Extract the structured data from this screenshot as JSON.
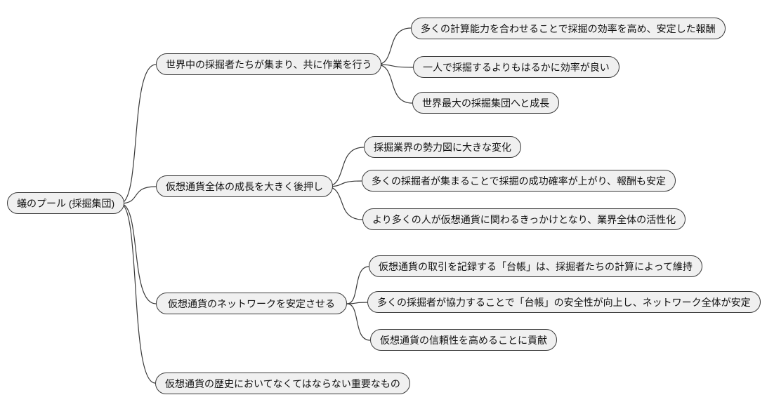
{
  "diagram": {
    "type": "mindmap",
    "background_color": "#ffffff",
    "node_fill_color": "#f0f0f0",
    "node_border_color": "#3a3a3a",
    "edge_color": "#3a3a3a",
    "root": {
      "label": "蟻のプール (採掘集団)"
    },
    "branches": [
      {
        "label": "世界中の採掘者たちが集まり、共に作業を行う",
        "children": [
          "多くの計算能力を合わせることで採掘の効率を高め、安定した報酬",
          "一人で採掘するよりもはるかに効率が良い",
          "世界最大の採掘集団へと成長"
        ]
      },
      {
        "label": "仮想通貨全体の成長を大きく後押し",
        "children": [
          "採掘業界の勢力図に大きな変化",
          "多くの採掘者が集まることで採掘の成功確率が上がり、報酬も安定",
          "より多くの人が仮想通貨に関わるきっかけとなり、業界全体の活性化"
        ]
      },
      {
        "label": "仮想通貨のネットワークを安定させる",
        "children": [
          "仮想通貨の取引を記録する「台帳」は、採掘者たちの計算によって維持",
          "多くの採掘者が協力することで「台帳」の安全性が向上し、ネットワーク全体が安定",
          "仮想通貨の信頼性を高めることに貢献"
        ]
      },
      {
        "label": "仮想通貨の歴史においてなくてはならない重要なもの",
        "children": []
      }
    ]
  }
}
